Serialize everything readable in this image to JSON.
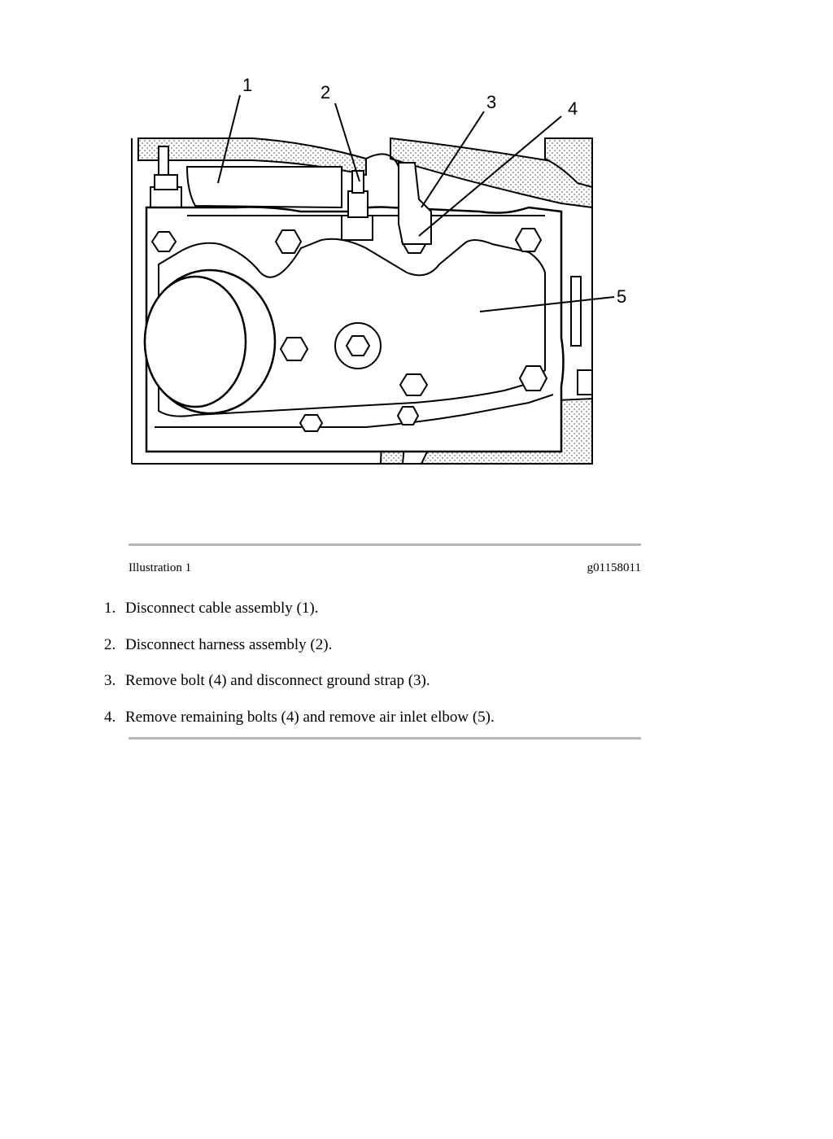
{
  "figure": {
    "callouts": [
      "1",
      "2",
      "3",
      "4",
      "5"
    ]
  },
  "caption": {
    "label": "Illustration 1",
    "code": "g01158011"
  },
  "steps": [
    {
      "num": "1.",
      "text": "Disconnect cable assembly (1)."
    },
    {
      "num": "2.",
      "text": "Disconnect harness assembly (2)."
    },
    {
      "num": "3.",
      "text": "Remove bolt (4) and disconnect ground strap (3)."
    },
    {
      "num": "4.",
      "text": "Remove remaining bolts (4) and remove air inlet elbow (5)."
    }
  ]
}
